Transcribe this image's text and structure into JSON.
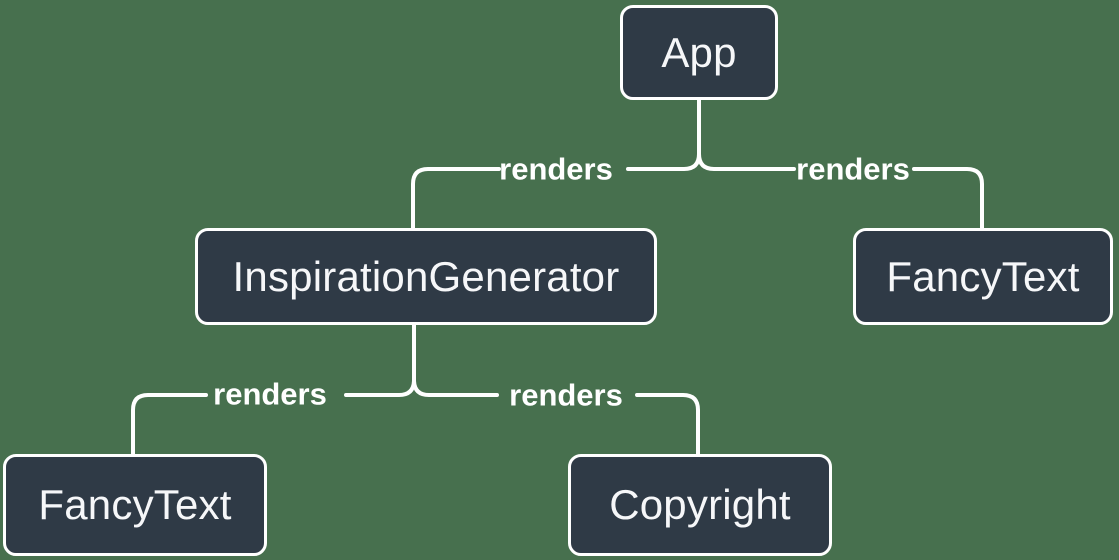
{
  "diagram": {
    "type": "tree",
    "edge_label": "renders",
    "colors": {
      "background": "#47704E",
      "node_fill": "#2F3A46",
      "node_border": "#FFFFFF",
      "node_text": "#F6F7F9",
      "edge": "#FFFFFF",
      "edge_label_text": "#FFFFFF"
    },
    "nodes": [
      {
        "id": "app",
        "label": "App"
      },
      {
        "id": "inspiration-generator",
        "label": "InspirationGenerator"
      },
      {
        "id": "fancy-text-top",
        "label": "FancyText"
      },
      {
        "id": "fancy-text-bottom",
        "label": "FancyText"
      },
      {
        "id": "copyright",
        "label": "Copyright"
      }
    ],
    "edges": [
      {
        "from": "App",
        "to": "InspirationGenerator",
        "label": "renders"
      },
      {
        "from": "App",
        "to": "FancyText",
        "label": "renders"
      },
      {
        "from": "InspirationGenerator",
        "to": "FancyText",
        "label": "renders"
      },
      {
        "from": "InspirationGenerator",
        "to": "Copyright",
        "label": "renders"
      }
    ]
  }
}
